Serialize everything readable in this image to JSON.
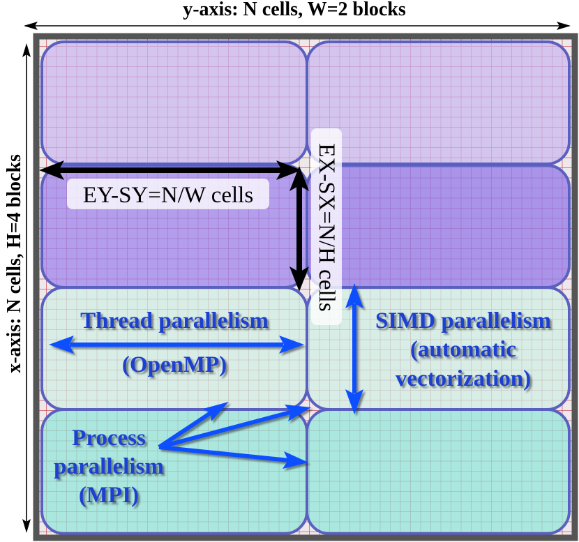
{
  "labels": {
    "y_axis": "y-axis: N cells, W=2 blocks",
    "x_axis": "x-axis: N cells, H=4 blocks",
    "ey_sy": "EY-SY=N/W cells",
    "ex_sx": "EX-SX=N/H cells",
    "thread_line1": "Thread parallelism",
    "thread_line2": "(OpenMP)",
    "simd_line1": "SIMD parallelism",
    "simd_line2": "(automatic",
    "simd_line3": "vectorization)",
    "process_line1": "Process",
    "process_line2": "parallelism",
    "process_line3": "(MPI)"
  },
  "colors": {
    "grid_background": "#efe8ea",
    "grid_line": "#c94a58",
    "frame": "#555555",
    "block_border": "#5a60c0",
    "row1_fill": "#c9b7f0",
    "row2_left_fill": "#9e85ec",
    "row2_right_fill": "#957ce8",
    "row3_fill": "#cdeee4",
    "row4_fill": "#8fe6d9",
    "arrow_blue": "#0d4fff",
    "annotation_text": "#1a3fcf"
  }
}
